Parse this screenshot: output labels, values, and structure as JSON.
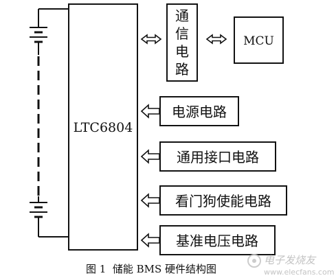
{
  "diagram": {
    "main_chip": {
      "label": "LTC6804"
    },
    "comm_circuit": {
      "chars": [
        "通",
        "信",
        "电",
        "路"
      ]
    },
    "mcu": {
      "label": "MCU"
    },
    "modules": [
      {
        "id": "power",
        "label": "电源电路"
      },
      {
        "id": "interface",
        "label": "通用接口电路"
      },
      {
        "id": "watchdog",
        "label": "看门狗使能电路"
      },
      {
        "id": "reference",
        "label": "基准电压电路"
      }
    ],
    "caption": "图 1  储能 BMS 硬件结构图",
    "watermark": {
      "text": "电子发烧友",
      "url": "www.elecfans.com"
    }
  }
}
